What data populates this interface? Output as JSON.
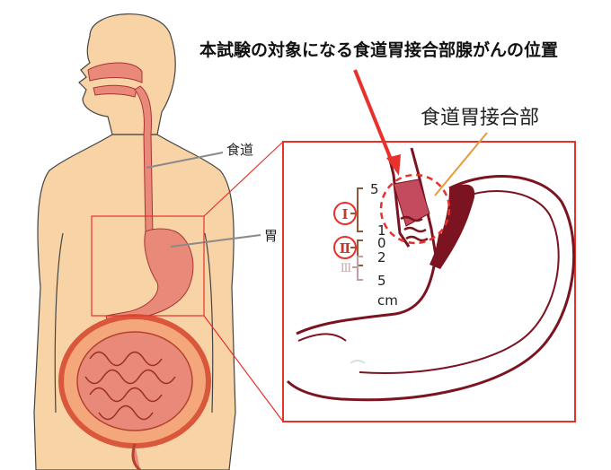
{
  "title": "本試験の対象になる食道胃接合部腺がんの位置",
  "labels": {
    "esophagus": "食道",
    "stomach": "胃",
    "ej_junction": "食道胃接合部"
  },
  "scale": {
    "top": "5",
    "one": "1",
    "zero": "0",
    "two": "2",
    "bottom": "5",
    "unit": "cm"
  },
  "types": {
    "type1": "Ⅰ",
    "type2": "Ⅱ",
    "type3": "Ⅲ"
  },
  "colors": {
    "skin": "#f8d3a6",
    "organ": "#e8897a",
    "stomach_wall": "#7b1420",
    "highlight": "#e8312b",
    "tumor": "#c44a5e",
    "line_gray": "#8a8a8a"
  }
}
